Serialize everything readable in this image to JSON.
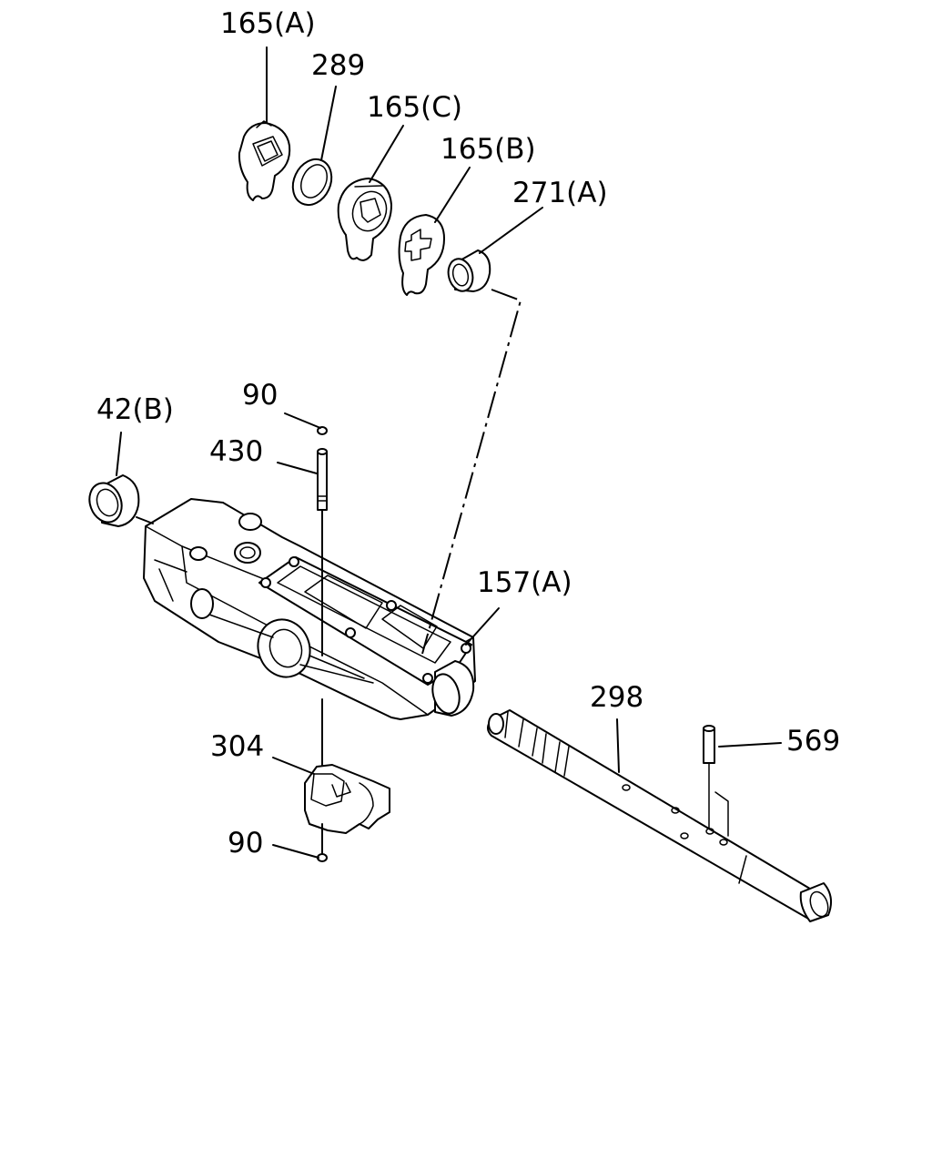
{
  "labels": {
    "l165a": "165(A)",
    "l289": "289",
    "l165c": "165(C)",
    "l165b": "165(B)",
    "l271a": "271(A)",
    "l90_top": "90",
    "l42b": "42(B)",
    "l430": "430",
    "l157a": "157(A)",
    "l298": "298",
    "l569": "569",
    "l304": "304",
    "l90_bottom": "90"
  }
}
